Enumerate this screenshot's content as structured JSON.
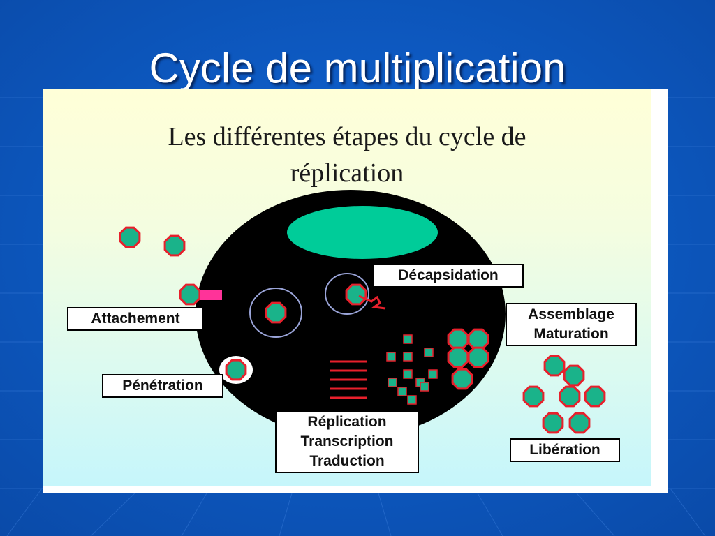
{
  "slide": {
    "title": "Cycle de multiplication"
  },
  "figure": {
    "heading": "Les différentes étapes du cycle de réplication"
  },
  "labels": {
    "attachement": "Attachement",
    "penetration": "Pénétration",
    "decapsidation": "Décapsidation",
    "replication_lines": [
      "Réplication",
      "Transcription",
      "Traduction"
    ],
    "assemblage_lines": [
      "Assemblage",
      "Maturation"
    ],
    "liberation": "Libération"
  },
  "colors": {
    "background_blue": "#0b57c4",
    "cell": "#000000",
    "nucleus": "#00cc99",
    "virion_fill": "#1ab38a",
    "virion_outline": "#e8202c",
    "receptor": "#ff3399",
    "nucleic_acid": "#e8202c",
    "capsomere": "#1ab38a",
    "vesicle_ring": "#9aa4d8"
  }
}
